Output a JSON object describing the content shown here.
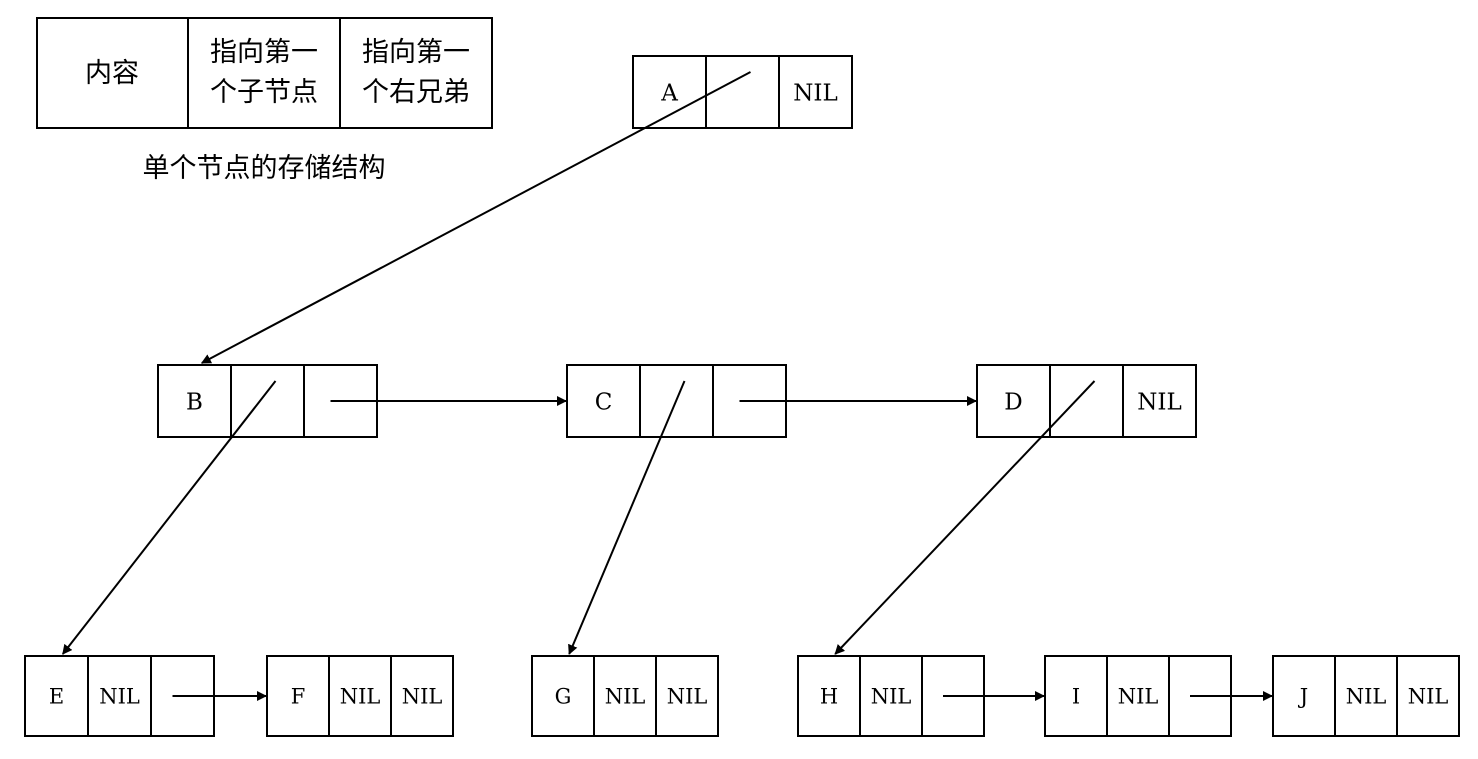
{
  "legend": {
    "cell_content": "内容",
    "cell_child": [
      "指向第一",
      "个子节点"
    ],
    "cell_sibling": [
      "指向第一",
      "个右兄弟"
    ],
    "caption": "单个节点的存储结构"
  },
  "nodes": {
    "A": {
      "label": "A",
      "child": "",
      "sibling": "NIL"
    },
    "B": {
      "label": "B",
      "child": "",
      "sibling": ""
    },
    "C": {
      "label": "C",
      "child": "",
      "sibling": ""
    },
    "D": {
      "label": "D",
      "child": "",
      "sibling": "NIL"
    },
    "E": {
      "label": "E",
      "child": "NIL",
      "sibling": ""
    },
    "F": {
      "label": "F",
      "child": "NIL",
      "sibling": "NIL"
    },
    "G": {
      "label": "G",
      "child": "NIL",
      "sibling": "NIL"
    },
    "H": {
      "label": "H",
      "child": "NIL",
      "sibling": ""
    },
    "I": {
      "label": "I",
      "child": "NIL",
      "sibling": ""
    },
    "J": {
      "label": "J",
      "child": "NIL",
      "sibling": "NIL"
    }
  },
  "pointers": [
    {
      "from": "A",
      "field": "child",
      "to": "B"
    },
    {
      "from": "B",
      "field": "child",
      "to": "E"
    },
    {
      "from": "B",
      "field": "sibling",
      "to": "C"
    },
    {
      "from": "C",
      "field": "child",
      "to": "G"
    },
    {
      "from": "C",
      "field": "sibling",
      "to": "D"
    },
    {
      "from": "D",
      "field": "child",
      "to": "H"
    },
    {
      "from": "E",
      "field": "sibling",
      "to": "F"
    },
    {
      "from": "H",
      "field": "sibling",
      "to": "I"
    },
    {
      "from": "I",
      "field": "sibling",
      "to": "J"
    }
  ]
}
